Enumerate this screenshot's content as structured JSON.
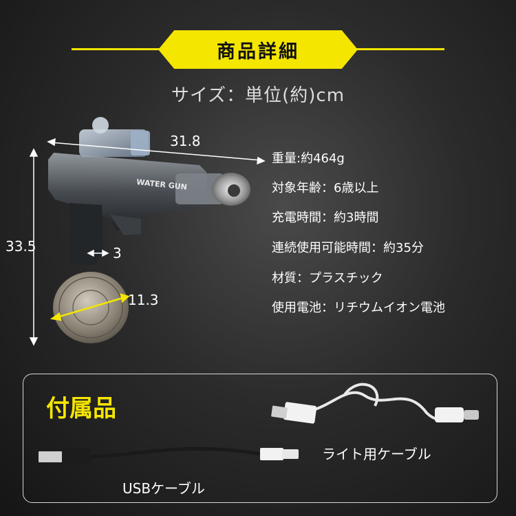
{
  "header": {
    "title": "商品詳細"
  },
  "subtitle": "サイズ：単位(約)cm",
  "dimensions": {
    "length": "31.8",
    "height": "33.5",
    "thickness": "3",
    "magazine": "11.3"
  },
  "specs": [
    "重量:約464g",
    "対象年齢：6歳以上",
    "充電時間：約3時間",
    "連続使用可能時間：約35分",
    "材質：プラスチック",
    "使用電池：リチウムイオン電池"
  ],
  "product": {
    "print": "WATER GUN"
  },
  "accessories": {
    "title": "付属品",
    "light_cable": "ライト用ケーブル",
    "usb_cable": "USBケーブル"
  },
  "colors": {
    "accent": "#f5e600"
  }
}
